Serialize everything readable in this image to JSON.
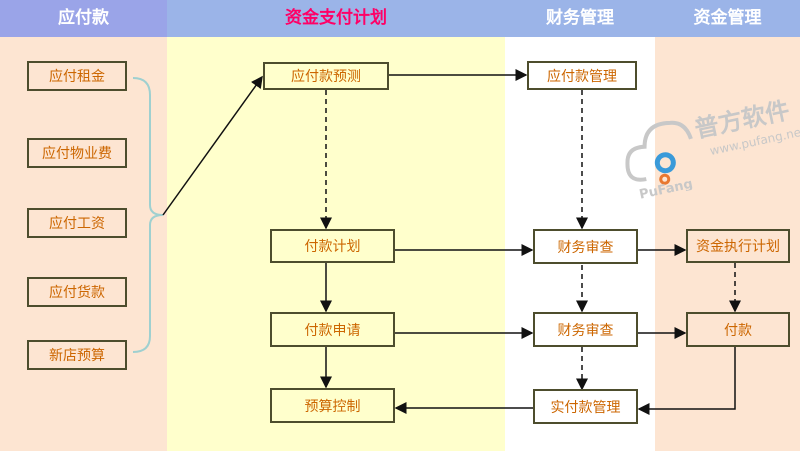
{
  "lanes": [
    {
      "title": "应付款",
      "bg": "#fde5d2",
      "header_bg": "#9aa4e8",
      "title_color": "#ffffff"
    },
    {
      "title": "资金支付计划",
      "bg": "#ffffcc",
      "header_bg": "#9bb4e8",
      "title_color": "#ff0066"
    },
    {
      "title": "财务管理",
      "bg": "#ffffff",
      "header_bg": "#9bb4e8",
      "title_color": "#ffffff"
    },
    {
      "title": "资金管理",
      "bg": "#fde5d2",
      "header_bg": "#9bb4e8",
      "title_color": "#ffffff"
    }
  ],
  "payables": [
    "应付租金",
    "应付物业费",
    "应付工资",
    "应付货款",
    "新店预算"
  ],
  "nodes": {
    "forecast": "应付款预测",
    "payable_mgmt": "应付款管理",
    "pay_plan": "付款计划",
    "review1": "财务审查",
    "fund_plan": "资金执行计划",
    "pay_request": "付款申请",
    "review2": "财务审查",
    "payment": "付款",
    "budget_control": "预算控制",
    "actual_pay_mgmt": "实付款管理"
  },
  "watermark": {
    "brand": "普方软件",
    "url": "www.pufang.net",
    "logo": "CLOUD PuFang"
  },
  "colors": {
    "text": "#cc6600",
    "border": "#4d4d2d"
  }
}
